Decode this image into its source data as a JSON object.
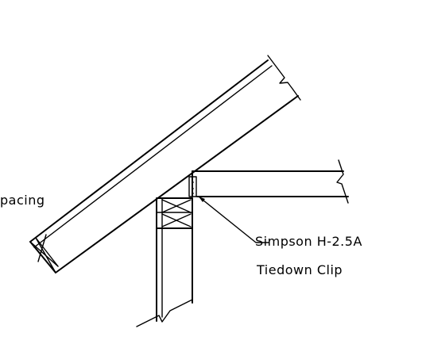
{
  "labels": {
    "spacing_fragment": "pacing",
    "clip_line1": "Simpson H-2.5A",
    "clip_line2": "Tiedown Clip"
  }
}
